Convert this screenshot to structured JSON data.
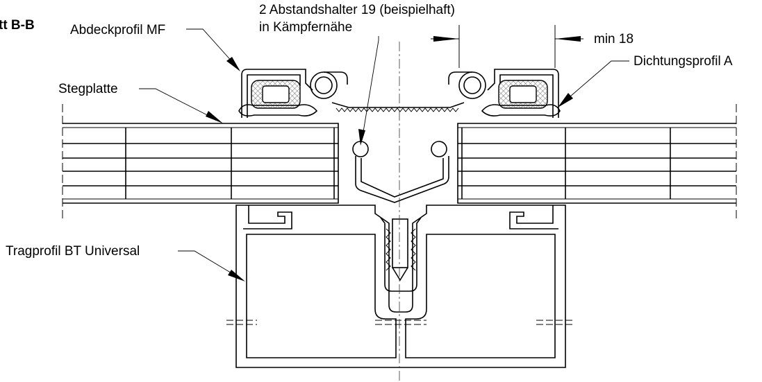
{
  "section_label": "tt B-B",
  "labels": {
    "cover_profile": "Abdeckprofil MF",
    "spacer_line1": "2 Abstandshalter 19 (beispielhaft)",
    "spacer_line2": "in Kämpfernähe",
    "min_dimension": "min 18",
    "gasket_profile": "Dichtungsprofil A",
    "panel": "Stegplatte",
    "support_profile": "Tragprofil BT Universal"
  }
}
